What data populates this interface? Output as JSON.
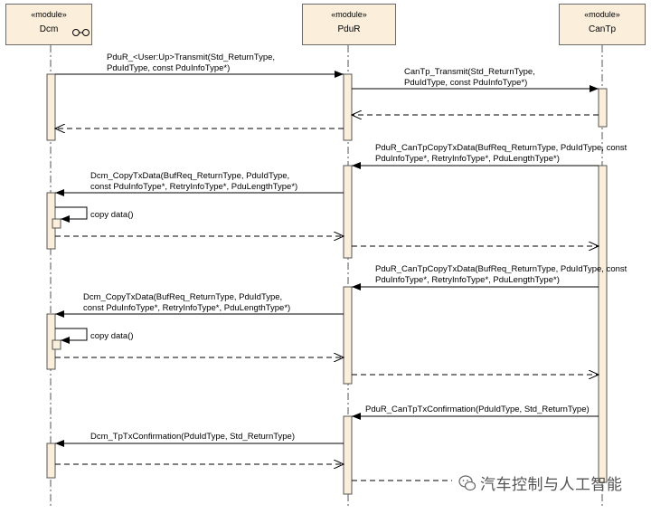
{
  "lifelines": [
    {
      "key": "dcm",
      "stereotype": "«module»",
      "name": "Dcm"
    },
    {
      "key": "pdur",
      "stereotype": "«module»",
      "name": "PduR"
    },
    {
      "key": "cantp",
      "stereotype": "«module»",
      "name": "CanTp"
    }
  ],
  "messages": {
    "m1_l1": "PduR_<User:Up>Transmit(Std_ReturnType,",
    "m1_l2": "PduIdType, const PduInfoType*)",
    "m2_l1": "CanTp_Transmit(Std_ReturnType,",
    "m2_l2": "PduIdType, const PduInfoType*)",
    "m3_l1": "PduR_CanTpCopyTxData(BufReq_ReturnType, PduIdType, const",
    "m3_l2": "PduInfoType*, RetryInfoType*, PduLengthType*)",
    "m4_l1": "Dcm_CopyTxData(BufReq_ReturnType, PduIdType,",
    "m4_l2": "const PduInfoType*, RetryInfoType*, PduLengthType*)",
    "self1": "copy data()",
    "m5_l1": "PduR_CanTpCopyTxData(BufReq_ReturnType, PduIdType, const",
    "m5_l2": "PduInfoType*, RetryInfoType*, PduLengthType*)",
    "m6_l1": "Dcm_CopyTxData(BufReq_ReturnType, PduIdType,",
    "m6_l2": "const PduInfoType*, RetryInfoType*, PduLengthType*)",
    "self2": "copy data()",
    "m7": "PduR_CanTpTxConfirmation(PduIdType, Std_ReturnType)",
    "m8": "Dcm_TpTxConfirmation(PduIdType, Std_ReturnType)"
  },
  "watermark": "汽车控制与人工智能",
  "colors": {
    "activation_fill": "#fbefdc",
    "line": "#444444"
  }
}
